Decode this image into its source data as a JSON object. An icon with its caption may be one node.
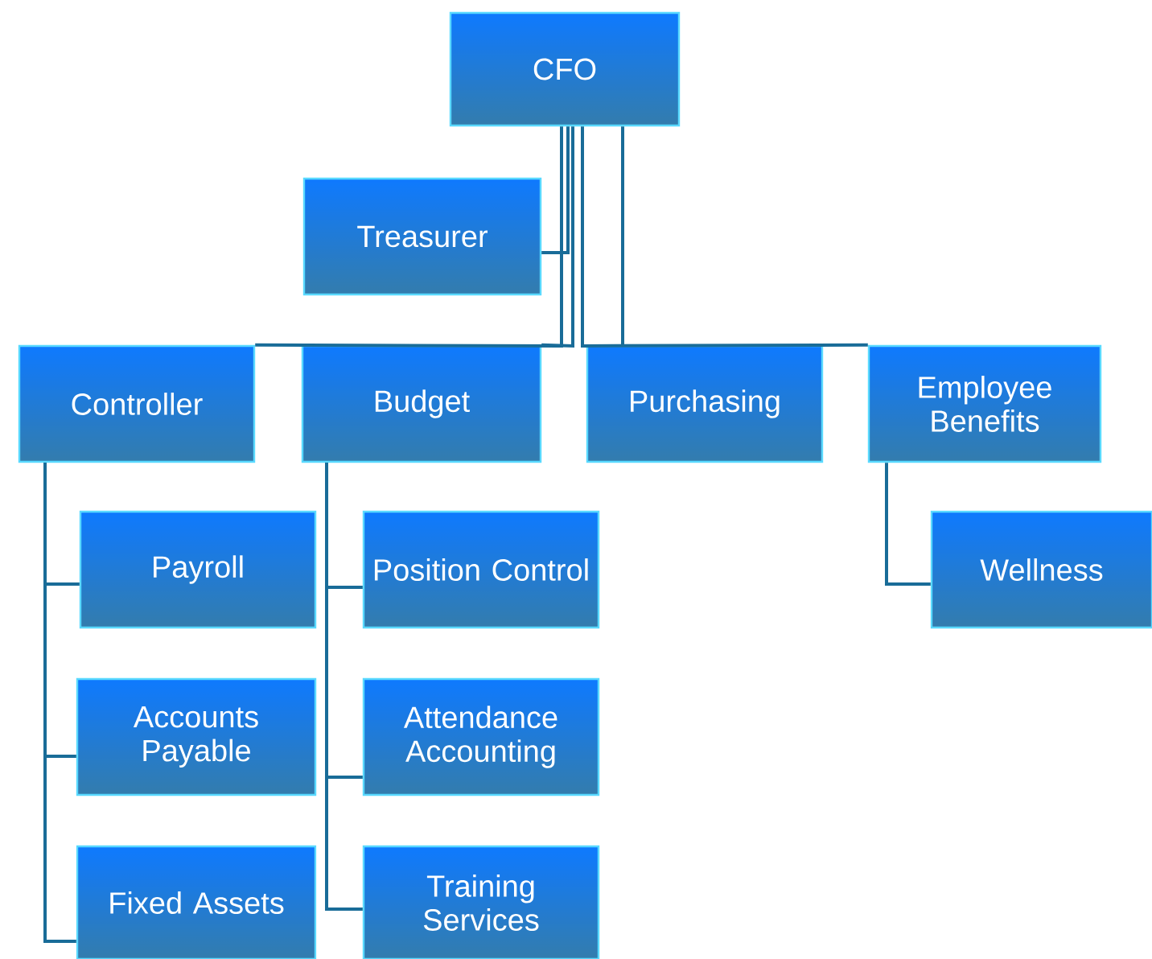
{
  "diagram": {
    "nodes": [
      {
        "text": [
          "CFO"
        ]
      },
      {
        "text": [
          "Treasurer"
        ]
      },
      {
        "text": [
          "Controller"
        ]
      },
      {
        "text": [
          "Budget"
        ]
      },
      {
        "text": [
          "Purchasing"
        ]
      },
      {
        "text": [
          "Employee Benefits"
        ]
      },
      {
        "text": [
          "Payroll"
        ]
      },
      {
        "text": [
          "Accounts Payable"
        ]
      },
      {
        "text": [
          "Fixed Assets"
        ]
      },
      {
        "text": [
          "Position Control"
        ]
      },
      {
        "text": [
          "Attendance Accounting"
        ]
      },
      {
        "text": [
          "Training Services"
        ]
      },
      {
        "text": [
          "Wellness"
        ]
      }
    ],
    "edges": [
      {
        "from": 0,
        "to": 1,
        "arrow": "none"
      },
      {
        "from": 0,
        "to": 2,
        "arrow": "none"
      },
      {
        "from": 0,
        "to": 3,
        "arrow": "none"
      },
      {
        "from": 0,
        "to": 4,
        "arrow": "none"
      },
      {
        "from": 0,
        "to": 5,
        "arrow": "none"
      },
      {
        "from": 2,
        "to": 6,
        "arrow": "none"
      },
      {
        "from": 2,
        "to": 7,
        "arrow": "none"
      },
      {
        "from": 2,
        "to": 8,
        "arrow": "none"
      },
      {
        "from": 3,
        "to": 9,
        "arrow": "none"
      },
      {
        "from": 3,
        "to": 10,
        "arrow": "none"
      },
      {
        "from": 3,
        "to": 11,
        "arrow": "none"
      },
      {
        "from": 5,
        "to": 12,
        "arrow": "none"
      }
    ]
  }
}
